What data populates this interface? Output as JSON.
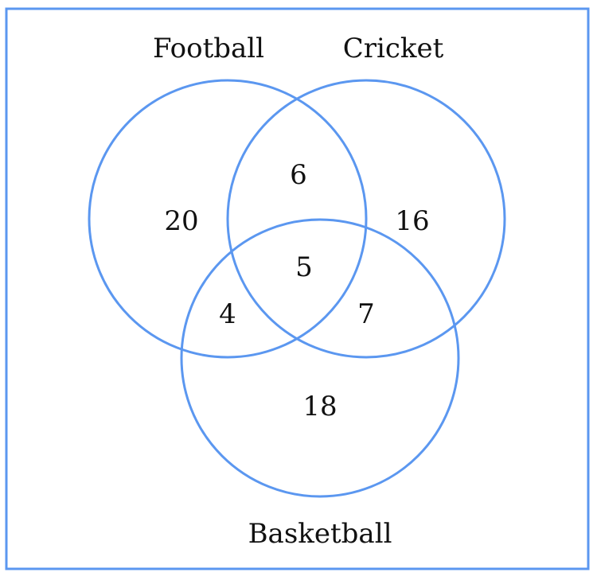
{
  "diagram": {
    "type": "venn-3",
    "stroke_color": "#5b97f0",
    "background": "#ffffff",
    "sets": {
      "football": "Football",
      "cricket": "Cricket",
      "basketball": "Basketball"
    },
    "regions": {
      "football_only": 20,
      "cricket_only": 16,
      "basketball_only": 18,
      "football_cricket_only": 6,
      "football_basketball_only": 4,
      "cricket_basketball_only": 7,
      "all_three": 5
    }
  }
}
